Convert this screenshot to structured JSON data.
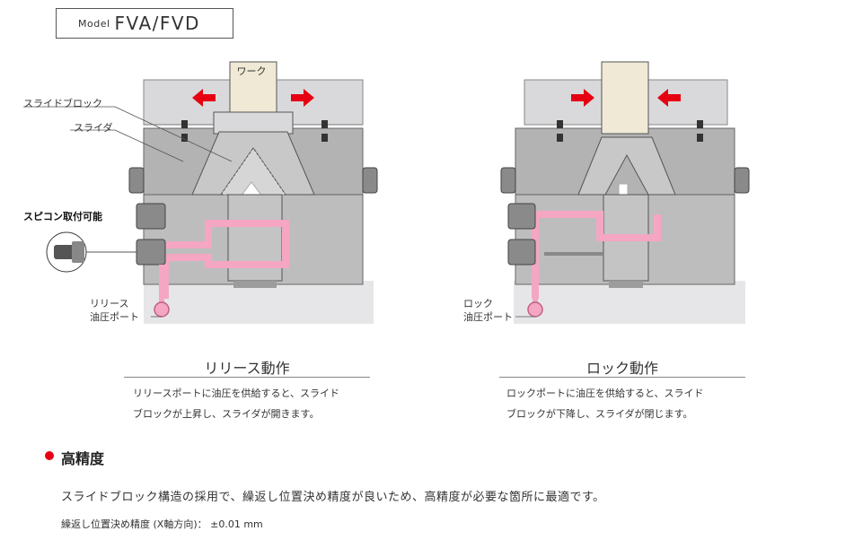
{
  "model": {
    "prefix": "Model",
    "name": "FVA/FVD"
  },
  "release_diagram": {
    "work_label": "ワーク",
    "slide_block_label": "スライドブロック",
    "slider_label": "スライダ",
    "speedcon_label": "スピコン取付可能",
    "port_label_line1": "リリース",
    "port_label_line2": "油圧ポート"
  },
  "lock_diagram": {
    "port_label_line1": "ロック",
    "port_label_line2": "油圧ポート"
  },
  "operations": [
    {
      "title": "リリース動作",
      "desc": "リリースポートに油圧を供給すると、スライド\nブロックが上昇し、スライダが開きます。"
    },
    {
      "title": "ロック動作",
      "desc": "ロックポートに油圧を供給すると、スライド\nブロックが下降し、スライダが閉じます。"
    }
  ],
  "section": {
    "title": "高精度",
    "body": "スライドブロック構造の採用で、繰返し位置決め精度が良いため、高精度が必要な箇所に最適です。",
    "spec": "繰返し位置決め精度 (X軸方向)： ±0.01 mm"
  },
  "colors": {
    "accent": "#e60012",
    "oil": "#f4a6c3",
    "body_gray": "#b4b4b4",
    "light_gray": "#d9d9db",
    "work": "#efe9d6"
  }
}
